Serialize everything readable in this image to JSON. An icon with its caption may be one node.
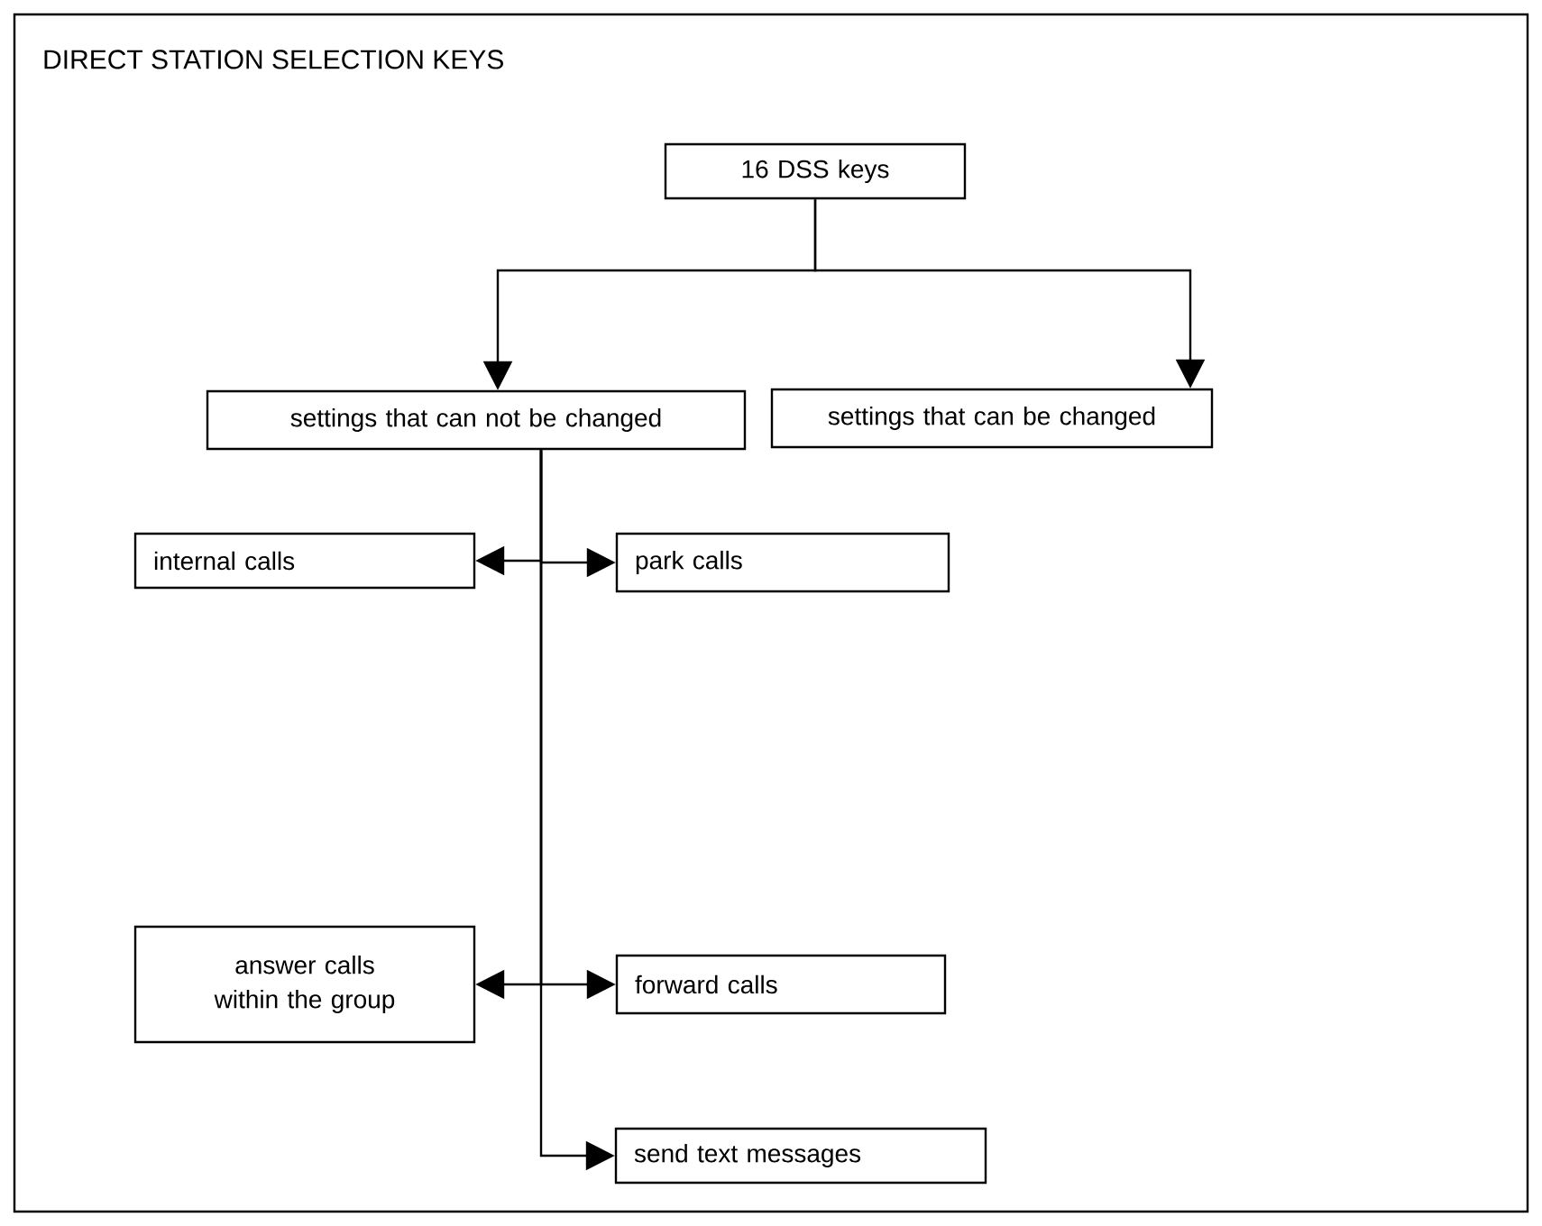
{
  "diagram": {
    "title": "DIRECT STATION SELECTION KEYS",
    "nodes": [
      {
        "text": [
          "16 DSS keys"
        ]
      },
      {
        "text": [
          "settings that can not be changed"
        ]
      },
      {
        "text": [
          "settings that can be changed"
        ]
      },
      {
        "text": [
          "internal calls"
        ]
      },
      {
        "text": [
          "park calls"
        ]
      },
      {
        "text": [
          "answer calls within the group"
        ]
      },
      {
        "text": [
          "forward calls"
        ]
      },
      {
        "text": [
          "send text messages"
        ]
      }
    ],
    "edges": [
      {
        "from": 0,
        "to": 1,
        "arrow": "to"
      },
      {
        "from": 0,
        "to": 2,
        "arrow": "to"
      },
      {
        "from": 1,
        "to": 3,
        "arrow": "to"
      },
      {
        "from": 1,
        "to": 4,
        "arrow": "to"
      },
      {
        "from": 1,
        "to": 5,
        "arrow": "to"
      },
      {
        "from": 1,
        "to": 6,
        "arrow": "to"
      },
      {
        "from": 1,
        "to": 7,
        "arrow": "to"
      }
    ]
  }
}
